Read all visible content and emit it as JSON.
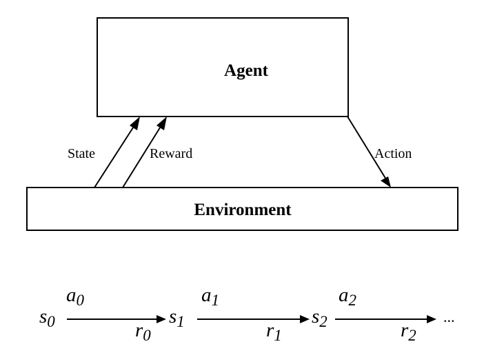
{
  "agent": {
    "label": "Agent"
  },
  "environment": {
    "label": "Environment"
  },
  "arrows": {
    "state": "State",
    "reward": "Reward",
    "action": "Action"
  },
  "sequence": {
    "s0": {
      "base": "s",
      "sub": "0"
    },
    "a0": {
      "base": "a",
      "sub": "0"
    },
    "r0": {
      "base": "r",
      "sub": "0"
    },
    "s1": {
      "base": "s",
      "sub": "1"
    },
    "a1": {
      "base": "a",
      "sub": "1"
    },
    "r1": {
      "base": "r",
      "sub": "1"
    },
    "s2": {
      "base": "s",
      "sub": "2"
    },
    "a2": {
      "base": "a",
      "sub": "2"
    },
    "r2": {
      "base": "r",
      "sub": "2"
    },
    "ellipsis": "..."
  },
  "colors": {
    "ink": "#000000",
    "background": "#ffffff"
  }
}
